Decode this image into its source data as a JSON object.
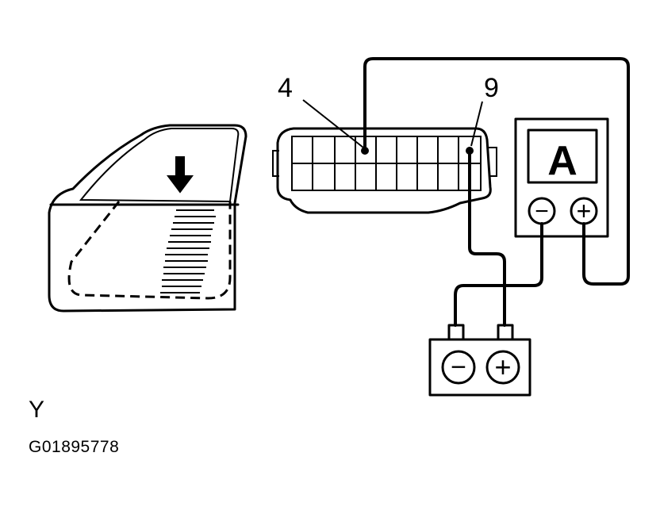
{
  "diagram": {
    "view_label": "Y",
    "figure_code": "G01895778",
    "callouts": {
      "terminal_a": "4",
      "terminal_b": "9"
    },
    "meter": {
      "display": "A",
      "negative": "−",
      "positive": "+"
    },
    "battery": {
      "negative": "−",
      "positive": "+"
    }
  }
}
